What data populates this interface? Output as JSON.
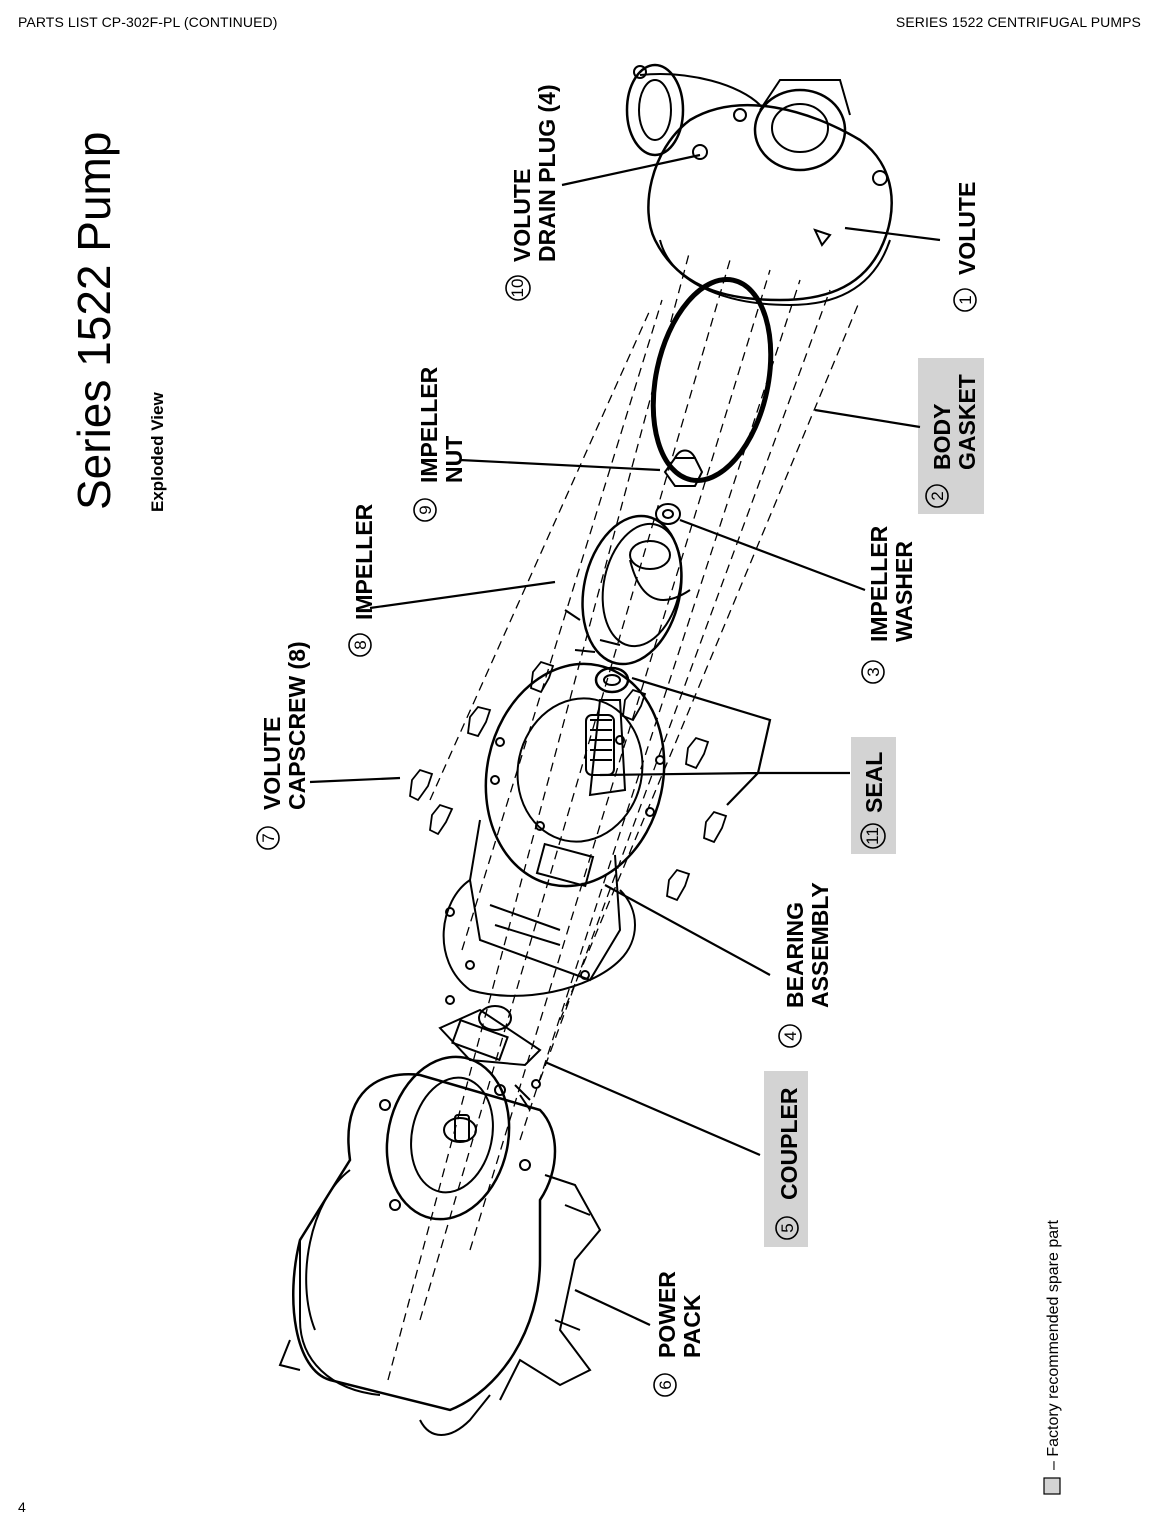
{
  "header": {
    "left": "PARTS LIST CP-302F-PL (CONTINUED)",
    "right": "SERIES 1522 CENTRIFUGAL PUMPS"
  },
  "page_number": "4",
  "title": "Series 1522 Pump",
  "subtitle": "Exploded View",
  "legend": {
    "text": "– Factory recommended spare part",
    "swatch_color": "#d3d3d3"
  },
  "parts": {
    "volute": {
      "num": "1",
      "lines": [
        "VOLUTE"
      ],
      "spare": false
    },
    "body_gasket": {
      "num": "2",
      "lines": [
        "BODY",
        "GASKET"
      ],
      "spare": true
    },
    "impeller_washer": {
      "num": "3",
      "lines": [
        "IMPELLER",
        "WASHER"
      ],
      "spare": false
    },
    "bearing_assembly": {
      "num": "4",
      "lines": [
        "BEARING",
        "ASSEMBLY"
      ],
      "spare": false
    },
    "coupler": {
      "num": "5",
      "lines": [
        "COUPLER"
      ],
      "spare": true
    },
    "power_pack": {
      "num": "6",
      "lines": [
        "POWER",
        "PACK"
      ],
      "spare": false
    },
    "volute_capscrew": {
      "num": "7",
      "lines": [
        "VOLUTE",
        "CAPSCREW (8)"
      ],
      "spare": false
    },
    "impeller": {
      "num": "8",
      "lines": [
        "IMPELLER"
      ],
      "spare": false
    },
    "impeller_nut": {
      "num": "9",
      "lines": [
        "IMPELLER",
        "NUT"
      ],
      "spare": false
    },
    "volute_drain_plug": {
      "num": "10",
      "lines": [
        "VOLUTE",
        "DRAIN PLUG (4)"
      ],
      "spare": false
    },
    "seal": {
      "num": "11",
      "lines": [
        "SEAL"
      ],
      "spare": true
    }
  }
}
